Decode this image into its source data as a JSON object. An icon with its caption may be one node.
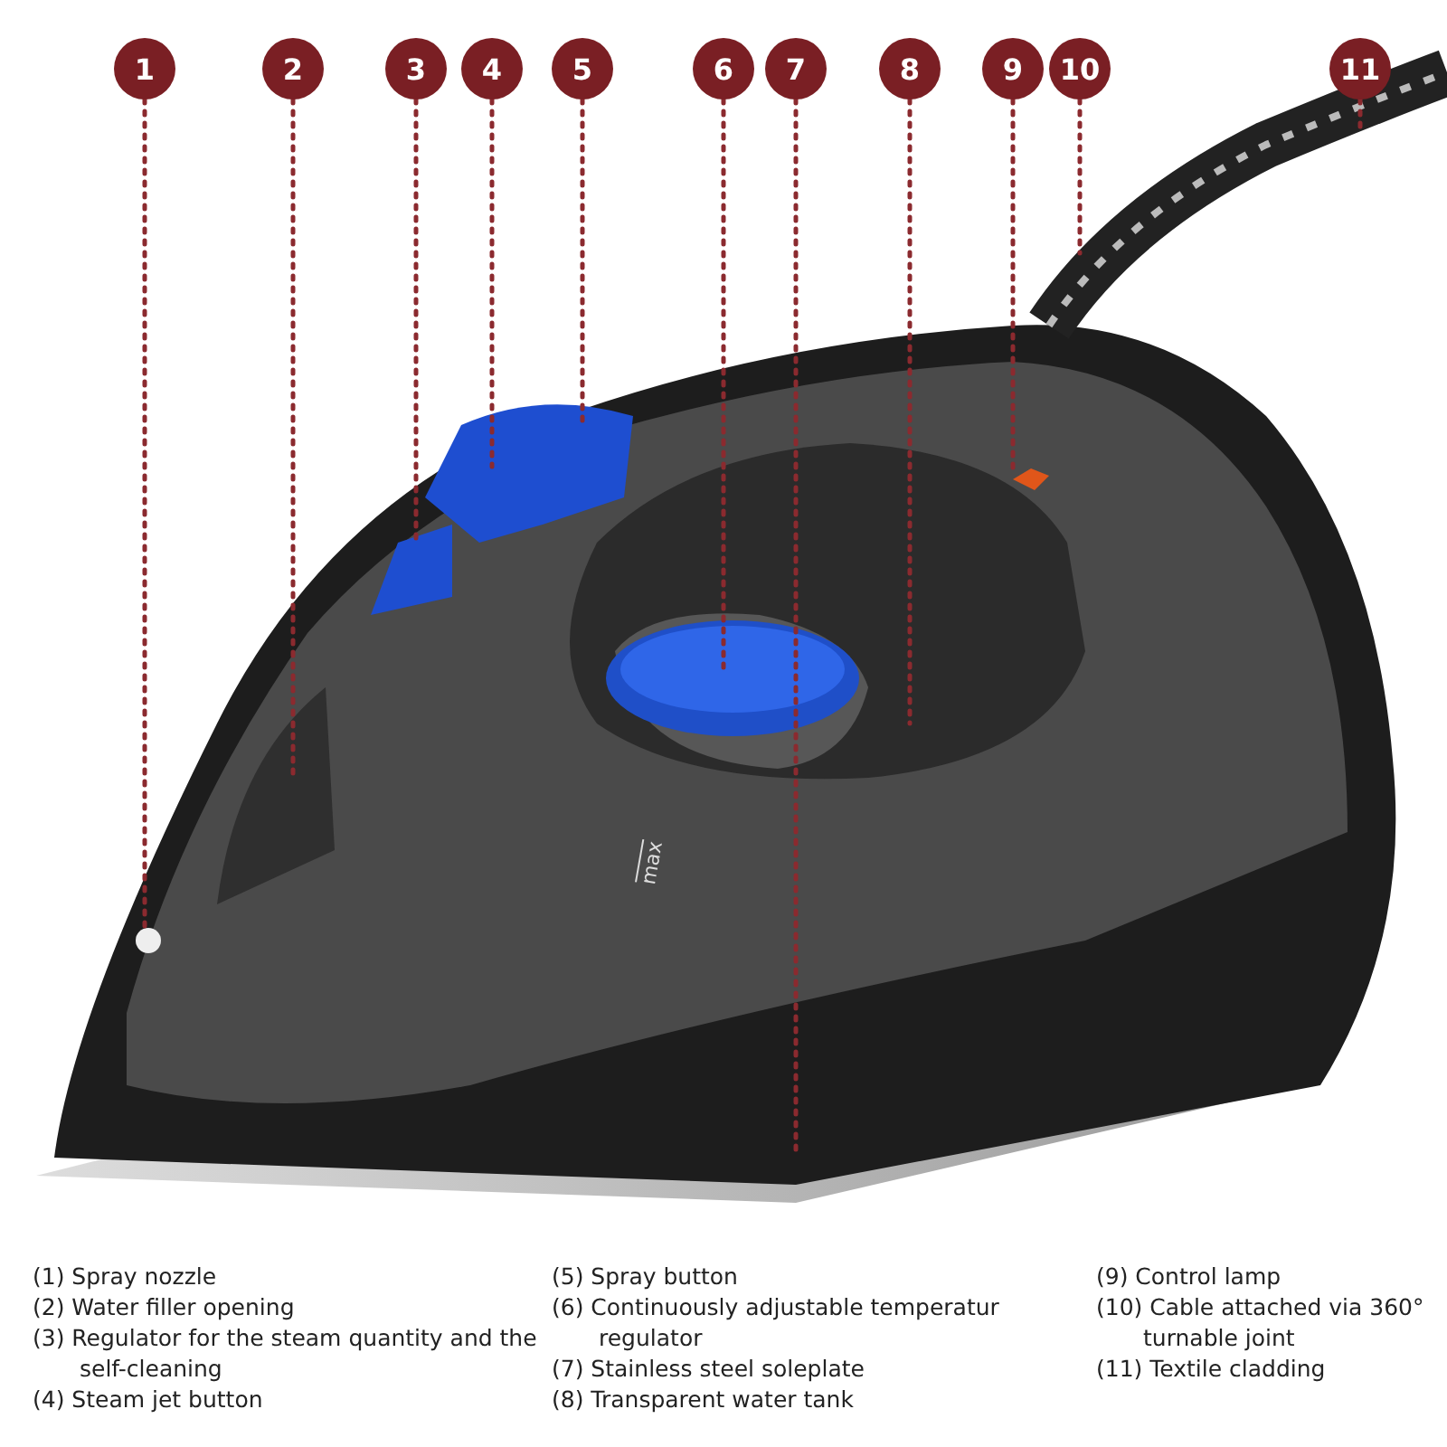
{
  "diagram": {
    "nodes": [
      {
        "text": [
          "1"
        ]
      },
      {
        "text": [
          "2"
        ]
      },
      {
        "text": [
          "3"
        ]
      },
      {
        "text": [
          "4"
        ]
      },
      {
        "text": [
          "5"
        ]
      },
      {
        "text": [
          "6"
        ]
      },
      {
        "text": [
          "7"
        ]
      },
      {
        "text": [
          "8"
        ]
      },
      {
        "text": [
          "9"
        ]
      },
      {
        "text": [
          "10"
        ]
      },
      {
        "text": [
          "11"
        ]
      }
    ],
    "edges": [
      {
        "from": 0,
        "to": null,
        "arrow": "none"
      },
      {
        "from": 1,
        "to": null,
        "arrow": "none"
      },
      {
        "from": 2,
        "to": null,
        "arrow": "none"
      },
      {
        "from": 3,
        "to": null,
        "arrow": "none"
      },
      {
        "from": 4,
        "to": null,
        "arrow": "none"
      },
      {
        "from": 5,
        "to": null,
        "arrow": "none"
      },
      {
        "from": 6,
        "to": null,
        "arrow": "none"
      },
      {
        "from": 7,
        "to": null,
        "arrow": "none"
      },
      {
        "from": 8,
        "to": null,
        "arrow": "none"
      },
      {
        "from": 9,
        "to": null,
        "arrow": "none"
      },
      {
        "from": 10,
        "to": null,
        "arrow": "none"
      }
    ],
    "labels": [
      "max",
      "(1) Spray nozzle",
      "(2) Water filler opening",
      "(3) Regulator for the steam quantity and the self-cleaning",
      "(4) Steam jet button",
      "(5) Spray button",
      "(6) Continuously adjustable temperatur regulator",
      "(7) Stainless steel soleplate",
      "(8) Transparent water tank",
      "(9) Control lamp",
      "(10) Cable attached via 360° turnable joint",
      "(11) Textile cladding"
    ]
  }
}
